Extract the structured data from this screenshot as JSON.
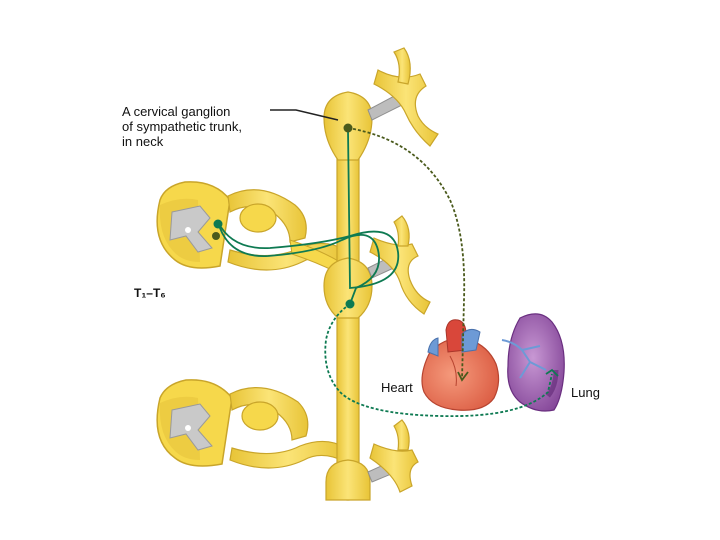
{
  "labels": {
    "ganglion_line1": "A cervical ganglion",
    "ganglion_line2": "of sympathetic trunk,",
    "ganglion_line3": "in neck",
    "segments": "T₁–T₆",
    "heart": "Heart",
    "lung": "Lung"
  },
  "colors": {
    "nerve_fill": "#f6d84b",
    "nerve_edge": "#c9a52a",
    "gray_matter": "#c9c9c9",
    "preganglionic_fiber": "#0e7a52",
    "postganglionic_fiber": "#4a5a1c",
    "heart": "#ec7a5c",
    "heart_vessel_blue": "#6d9ad6",
    "lung": "#a56ab8"
  }
}
